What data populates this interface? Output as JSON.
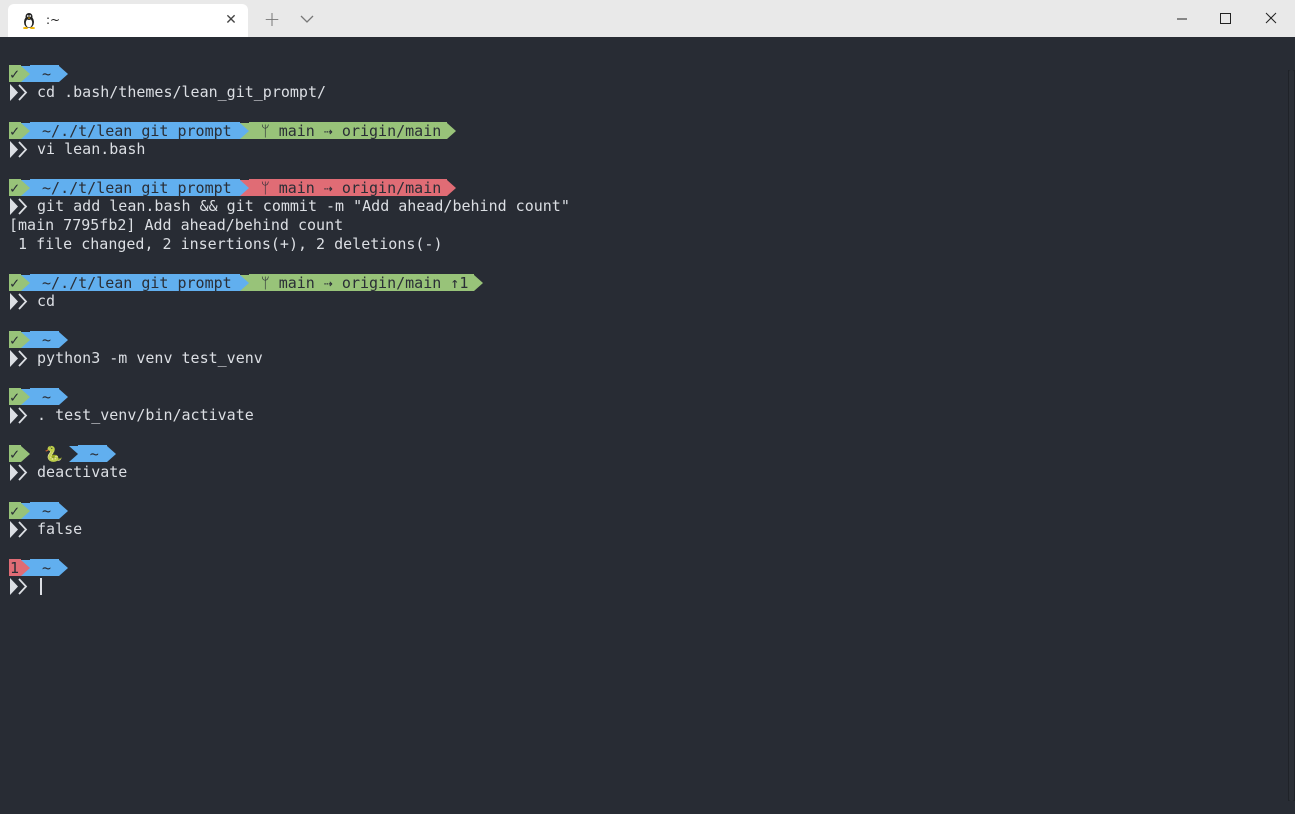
{
  "window": {
    "tab_title": ":~",
    "icon": "linux-tux-icon"
  },
  "colors": {
    "bg": "#282c34",
    "green": "#98c379",
    "blue": "#61afef",
    "red": "#e06c75",
    "fg": "#dcdfe4"
  },
  "prompt_symbol": "❯❯",
  "terminal": {
    "blocks": [
      {
        "status": "✓",
        "path": "~",
        "command": "cd .bash/themes/lean_git_prompt/"
      },
      {
        "status": "✓",
        "path": "~/./t/lean_git_prompt",
        "git": "ᛘ main ⇢ origin/main",
        "git_state": "clean",
        "command": "vi lean.bash"
      },
      {
        "status": "✓",
        "path": "~/./t/lean_git_prompt",
        "git": "ᛘ main ⇢ origin/main",
        "git_state": "dirty",
        "command": "git add lean.bash && git commit -m \"Add ahead/behind count\"",
        "output": [
          "[main 7795fb2] Add ahead/behind count",
          " 1 file changed, 2 insertions(+), 2 deletions(-)"
        ]
      },
      {
        "status": "✓",
        "path": "~/./t/lean_git_prompt",
        "git": "ᛘ main ⇢ origin/main ↑1",
        "git_state": "clean",
        "command": "cd"
      },
      {
        "status": "✓",
        "path": "~",
        "command": "python3 -m venv test_venv"
      },
      {
        "status": "✓",
        "path": "~",
        "command": ". test_venv/bin/activate"
      },
      {
        "status": "✓",
        "venv": "🐍",
        "path": "~",
        "command": "deactivate"
      },
      {
        "status": "✓",
        "path": "~",
        "command": "false"
      },
      {
        "status": "1",
        "status_state": "error",
        "path": "~",
        "command": ""
      }
    ]
  }
}
